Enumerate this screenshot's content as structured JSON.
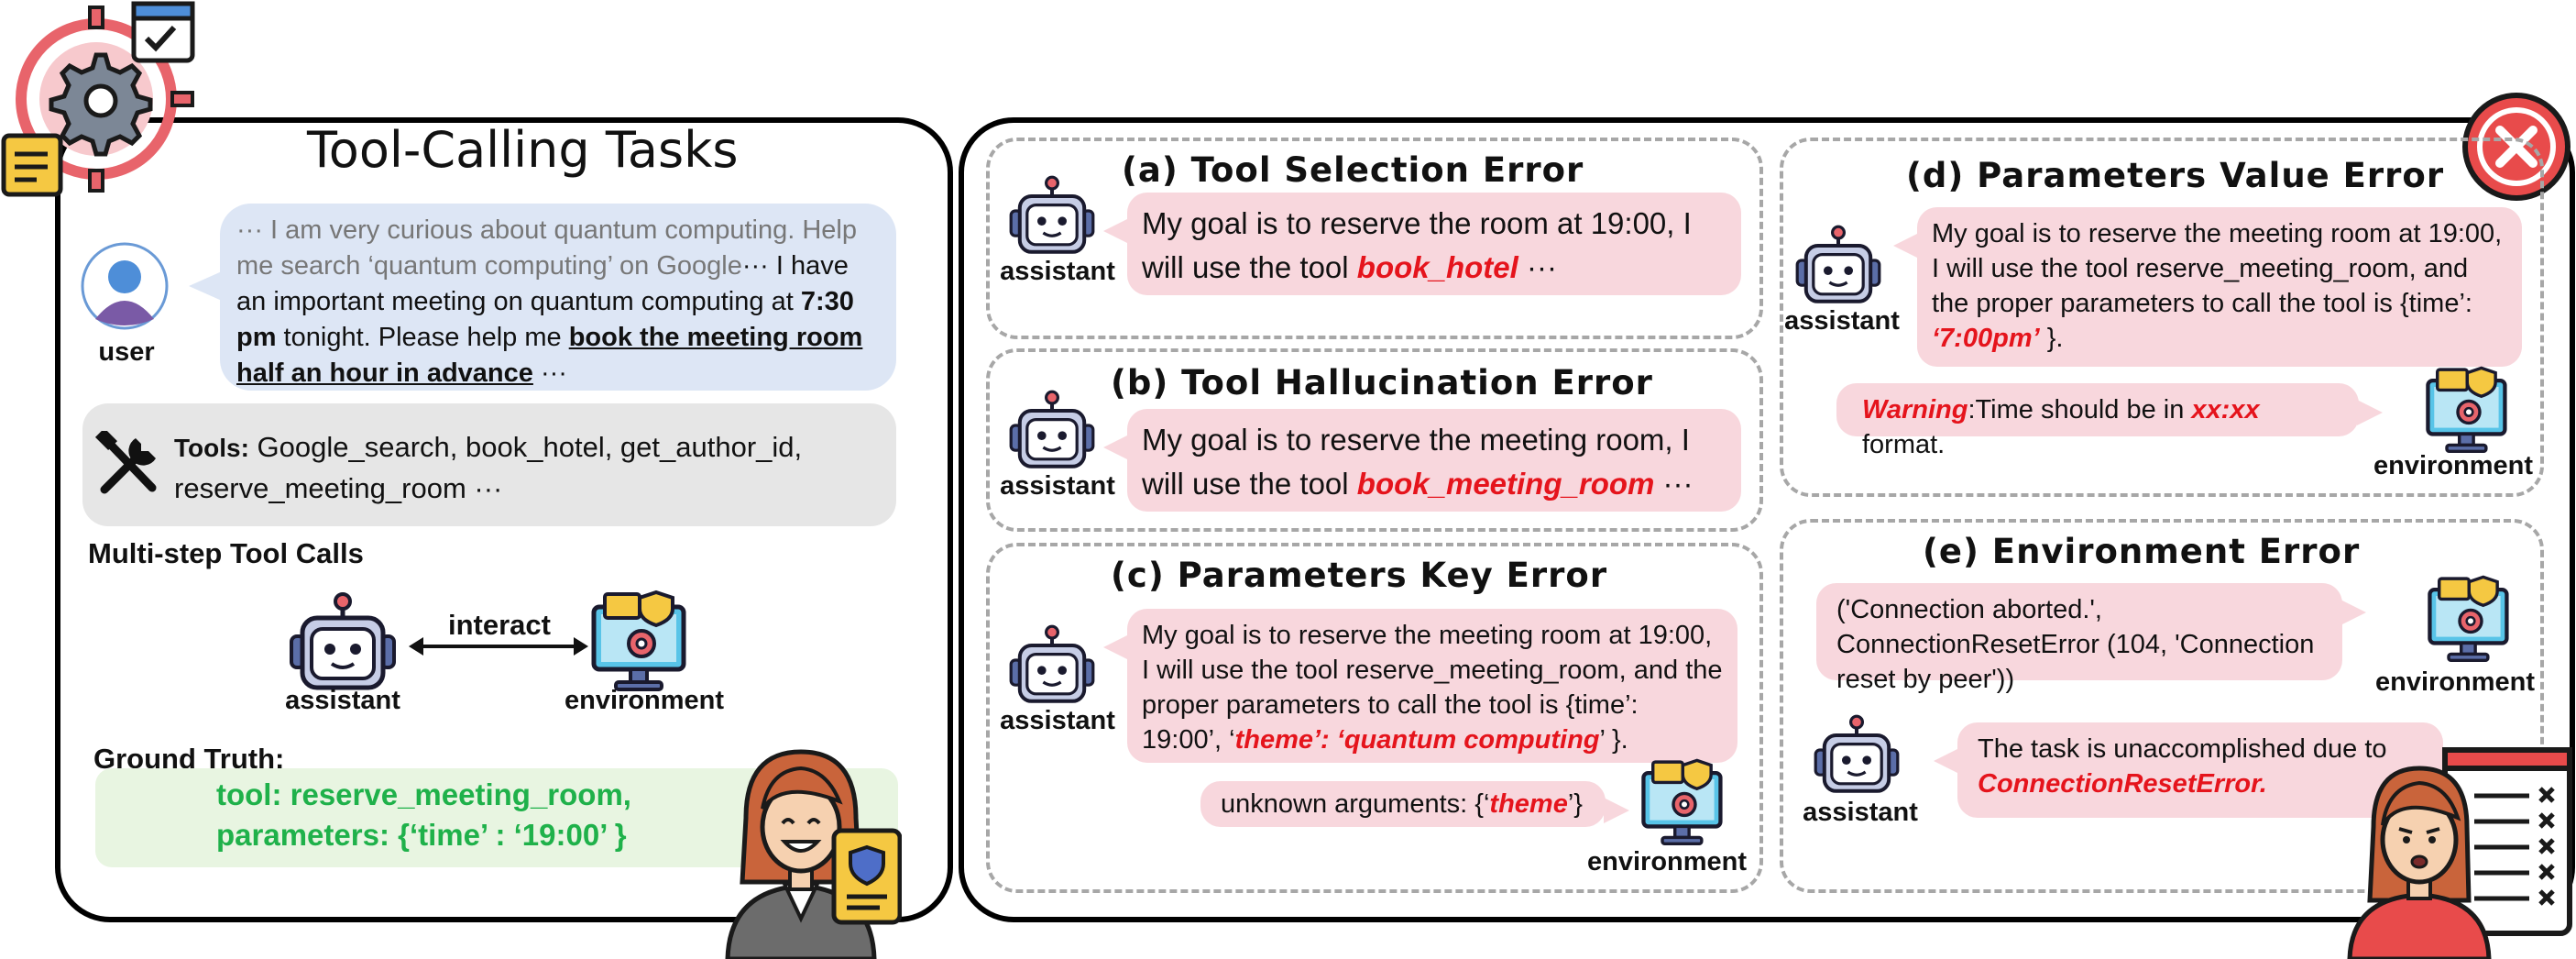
{
  "left": {
    "title": "Tool-Calling Tasks",
    "user_label": "user",
    "user_msg": {
      "intro": "··· I am very curious about quantum computing. Help me search ‘quantum computing’ on Google",
      "mid1": "··· I have an important meeting on quantum computing at ",
      "time": "7:30 pm",
      "mid2": " tonight. Please help me ",
      "action": "book the meeting room half an hour in advance",
      "end": " ···"
    },
    "tools_label": "Tools:",
    "tools_list": "Google_search, book_hotel, get_author_id, reserve_meeting_room ···",
    "multistep_title": "Multi-step Tool Calls",
    "assistant_label": "assistant",
    "interact_label": "interact",
    "environment_label": "environment",
    "ground_truth_title": "Ground Truth:",
    "gt_line1": "tool: reserve_meeting_room,",
    "gt_line2": "parameters: {‘time’ : ‘19:00’ }"
  },
  "errors": {
    "a": {
      "title": "(a) Tool Selection Error",
      "text": "My goal is to reserve the room at 19:00, I will use the tool ",
      "red": "book_hotel",
      "tail": " ···",
      "assistant": "assistant"
    },
    "b": {
      "title": "(b) Tool Hallucination Error",
      "text": "My goal is to reserve the meeting room, I will use the tool ",
      "red": "book_meeting_room",
      "tail": " ···",
      "assistant": "assistant"
    },
    "c": {
      "title": "(c) Parameters Key Error",
      "text": "My goal is to reserve the meeting room at 19:00, I will use the tool reserve_meeting_room, and the proper parameters to call the tool is {time’: 19:00’, ‘",
      "red": "theme’: ‘quantum computing",
      "tail": "’ }.",
      "assistant": "assistant",
      "env_pre": "unknown arguments: {‘",
      "env_red": "theme",
      "env_post": "’}",
      "environment": "environment"
    },
    "d": {
      "title": "(d) Parameters Value Error",
      "text": "My goal is to reserve the meeting room at 19:00, I will use the tool reserve_meeting_room, and the proper parameters to call the tool is {time’: ",
      "red": "‘7:00pm’",
      "tail": " }.",
      "assistant": "assistant",
      "warn_red": "Warning",
      "warn_text": ":Time should be in ",
      "warn_fmt": "xx:xx",
      "warn_end": " format.",
      "environment": "environment"
    },
    "e": {
      "title": "(e) Environment Error",
      "env_msg": "('Connection aborted.', ConnectionResetError (104, 'Connection reset by peer'))",
      "environment": "environment",
      "assistant": "assistant",
      "reply": "The task is unaccomplished due to ",
      "reply_red": "ConnectionResetError."
    }
  },
  "colors": {
    "user_bubble": "#dde6f5",
    "tools_box": "#e6e6e6",
    "error_bubble": "#f8d7dd",
    "ground_truth_box": "#e8f5e1",
    "ground_truth_text": "#1fb14a",
    "error_red": "#e5141c",
    "close_badge": "#e84b4b"
  }
}
